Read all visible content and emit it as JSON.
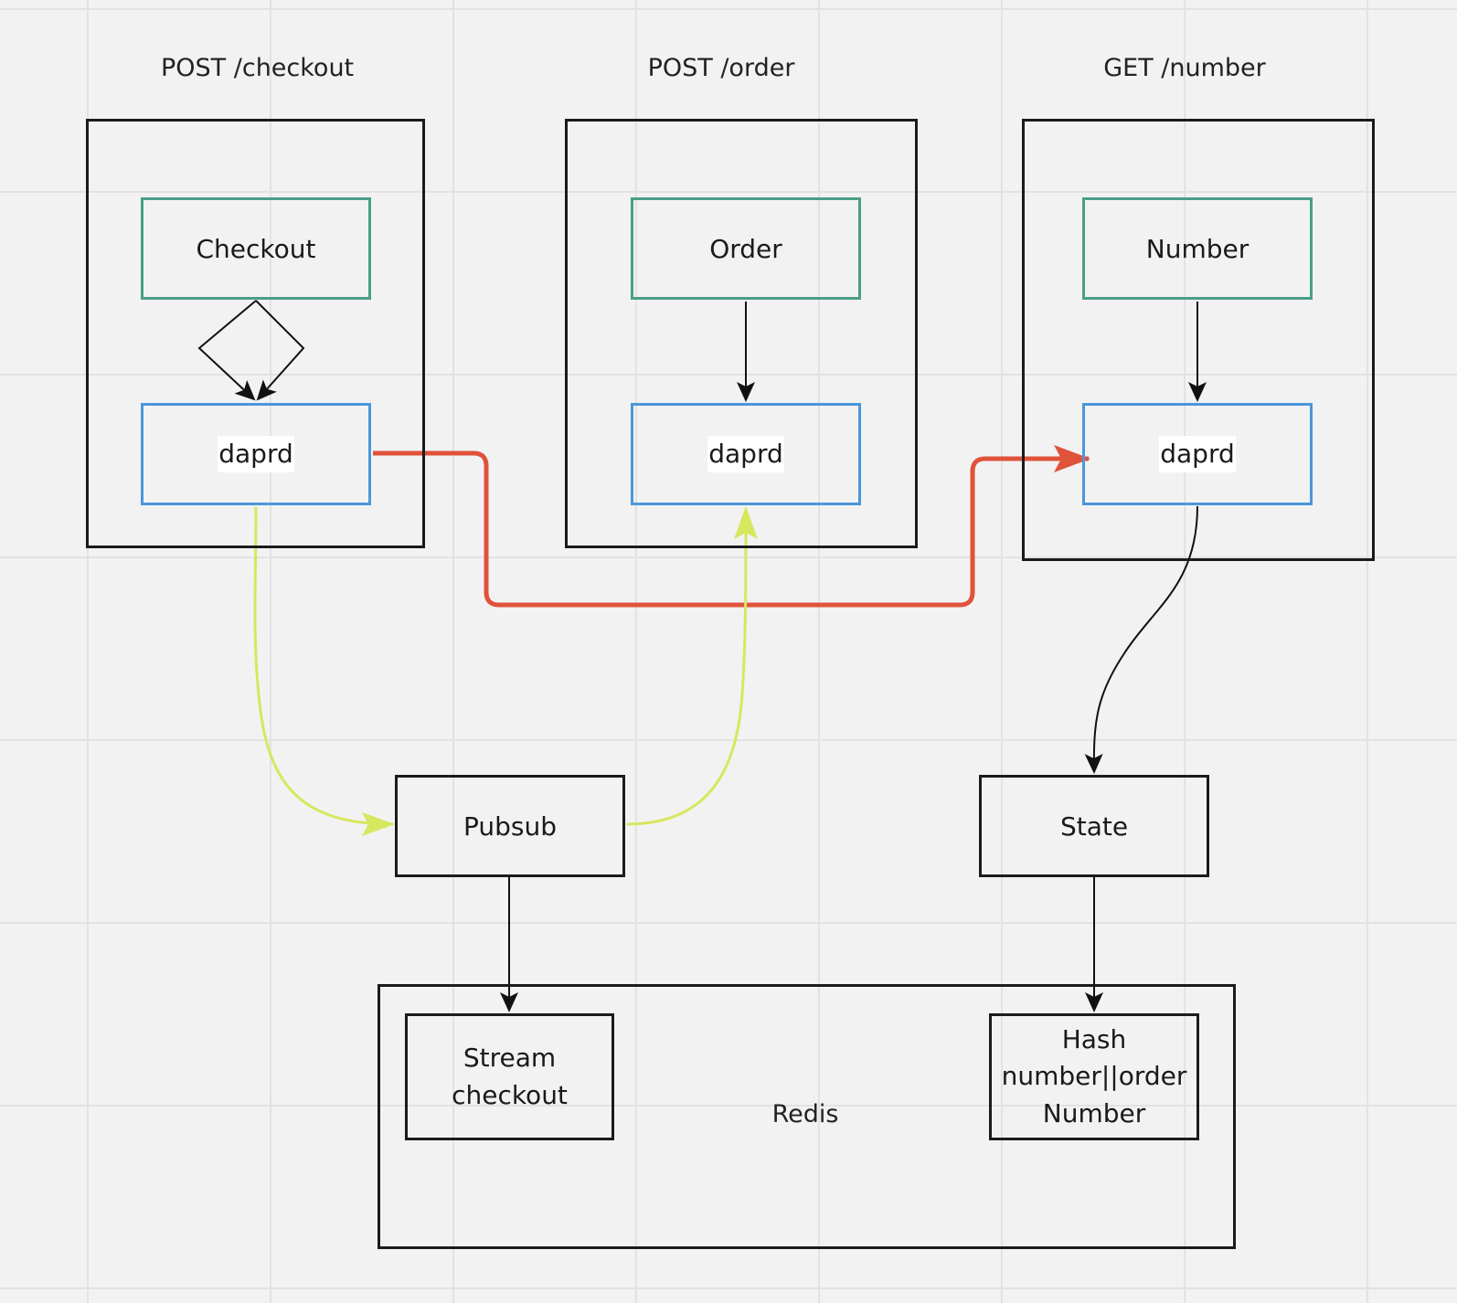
{
  "diagram": {
    "endpoints": {
      "checkout": "POST /checkout",
      "order": "POST /order",
      "number": "GET /number"
    },
    "services": {
      "checkout": "Checkout",
      "order": "Order",
      "number": "Number"
    },
    "sidecars": {
      "checkout": "daprd",
      "order": "daprd",
      "number": "daprd"
    },
    "components": {
      "pubsub": "Pubsub",
      "state": "State"
    },
    "redis": {
      "label": "Redis",
      "stream": "Stream\ncheckout",
      "hash": "Hash\nnumber||order\nNumber"
    },
    "colors": {
      "service_border": "#4a9e87",
      "sidecar_border": "#4b97db",
      "pubsub_arrow": "#d7e75e",
      "invoke_arrow": "#e0523a",
      "container_border": "#1b1b1b"
    }
  }
}
